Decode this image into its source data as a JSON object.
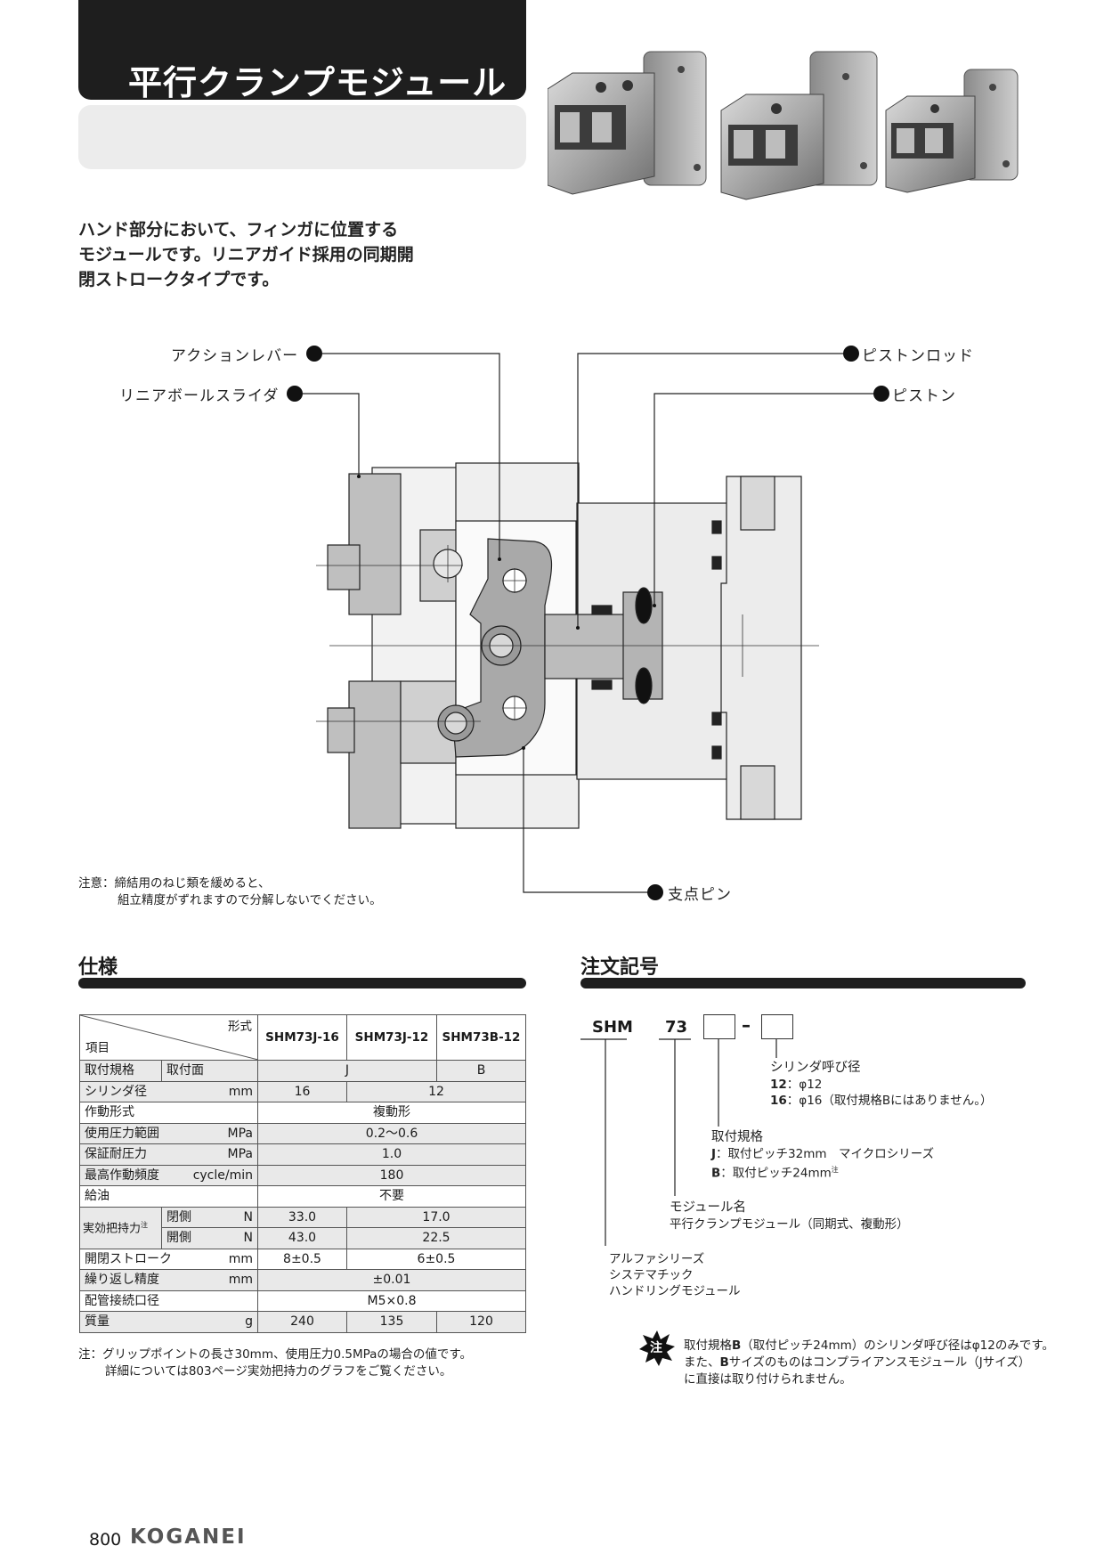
{
  "header": {
    "title": "平行クランプモジュール"
  },
  "intro": {
    "lines": [
      "ハンド部分において、フィンガに位置する",
      "モジュールです。リニアガイド採用の同期開",
      "閉ストロークタイプです。"
    ]
  },
  "photos": {
    "icon": "product-photo"
  },
  "diagram": {
    "callouts": {
      "action_lever": "アクションレバー",
      "linear_ball_slider": "リニアボールスライダ",
      "piston_rod": "ピストンロッド",
      "piston": "ピストン",
      "fulcrum_pin": "支点ピン"
    },
    "note": {
      "label": "注意：",
      "lines": [
        "締結用のねじ類を緩めると、",
        "組立精度がずれますので分解しないでください。"
      ]
    }
  },
  "spec": {
    "title": "仕様",
    "header": {
      "form": "形式",
      "item": "項目",
      "models": [
        "SHM73J-16",
        "SHM73J-12",
        "SHM73B-12"
      ]
    },
    "rows": {
      "mount_std": {
        "label": "取付規格",
        "sub": "取付面",
        "v1": "J",
        "v2": "B"
      },
      "bore": {
        "label": "シリンダ径",
        "unit": "mm",
        "v1": "16",
        "v2": "12"
      },
      "action": {
        "label": "作動形式",
        "v": "複動形"
      },
      "pressure": {
        "label": "使用圧力範囲",
        "unit": "MPa",
        "v": "0.2～0.6"
      },
      "proof": {
        "label": "保証耐圧力",
        "unit": "MPa",
        "v": "1.0"
      },
      "freq": {
        "label": "最高作動頻度",
        "unit": "cycle/min",
        "v": "180"
      },
      "lube": {
        "label": "給油",
        "v": "不要"
      },
      "grip": {
        "label": "実効把持力",
        "mark": "注",
        "close": {
          "label": "閉側",
          "unit": "N",
          "v1": "33.0",
          "v2": "17.0"
        },
        "open": {
          "label": "開側",
          "unit": "N",
          "v1": "43.0",
          "v2": "22.5"
        }
      },
      "stroke": {
        "label": "開閉ストローク",
        "unit": "mm",
        "v1": "8±0.5",
        "v2": "6±0.5"
      },
      "repeat": {
        "label": "繰り返し精度",
        "unit": "mm",
        "v": "±0.01"
      },
      "port": {
        "label": "配管接続口径",
        "v": "M5×0.8"
      },
      "mass": {
        "label": "質量",
        "unit": "g",
        "v1": "240",
        "v2": "135",
        "v3": "120"
      }
    },
    "note": {
      "label": "注：",
      "lines": [
        "グリップポイントの長さ30mm、使用圧力0.5MPaの場合の値です。",
        "詳細については803ページ実効把持力のグラフをご覧ください。"
      ]
    }
  },
  "order": {
    "title": "注文記号",
    "code1": "SHM",
    "code2": "73",
    "dash": "–",
    "bore": {
      "title": "シリンダ呼び径",
      "opt12_key": "12",
      "opt12_val": "：φ12",
      "opt16_key": "16",
      "opt16_val": "：φ16（取付規格Bにはありません。）"
    },
    "mount": {
      "title": "取付規格",
      "j_key": "J",
      "j_val": "：取付ピッチ32mm　マイクロシリーズ",
      "b_key": "B",
      "b_val": "：取付ピッチ24mm",
      "b_mark": "注"
    },
    "module": {
      "title": "モジュール名",
      "desc": "平行クランプモジュール（同期式、複動形）"
    },
    "series": {
      "lines": [
        "アルファシリーズ",
        "システマチック",
        "ハンドリングモジュール"
      ]
    },
    "note": {
      "badge": "注",
      "line1_pre": "取付規格",
      "line1_bold": "B",
      "line1_post": "（取付ピッチ24mm）のシリンダ呼び径はφ12のみです。",
      "line2_pre": "また、",
      "line2_bold": "B",
      "line2_post": "サイズのものはコンプライアンスモジュール（Jサイズ）",
      "line3": "に直接は取り付けられません。"
    }
  },
  "footer": {
    "page": "800",
    "brand": "KOGANEI"
  }
}
